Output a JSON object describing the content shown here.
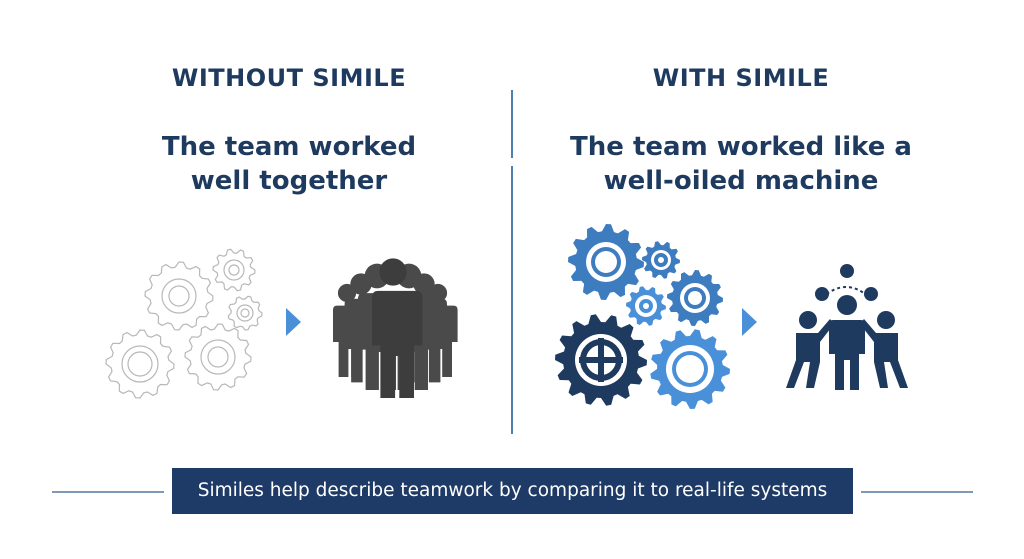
{
  "left": {
    "heading": "WITHOUT SIMILE",
    "sentence_line1": "The team worked",
    "sentence_line2": "well together",
    "gears_icon": "outline-gears-icon",
    "arrow_icon": "arrow-right-icon",
    "people_icon": "people-group-icon"
  },
  "right": {
    "heading": "WITH SIMILE",
    "sentence_line1": "The team worked like a",
    "sentence_line2": "well-oiled machine",
    "gears_icon": "machine-gears-icon",
    "arrow_icon": "arrow-right-icon",
    "people_icon": "connected-team-icon"
  },
  "caption": "Similes help describe teamwork by comparing it to real-life systems",
  "colors": {
    "navy": "#1f3a5f",
    "mid_blue": "#3e7cc0",
    "light_blue": "#4a90d9",
    "dark_gray": "#3d3d3d",
    "outline_gray": "#b8b8b8",
    "caption_bg": "#1e3a66",
    "divider": "#4e7fae",
    "rule": "#7f98b4"
  }
}
